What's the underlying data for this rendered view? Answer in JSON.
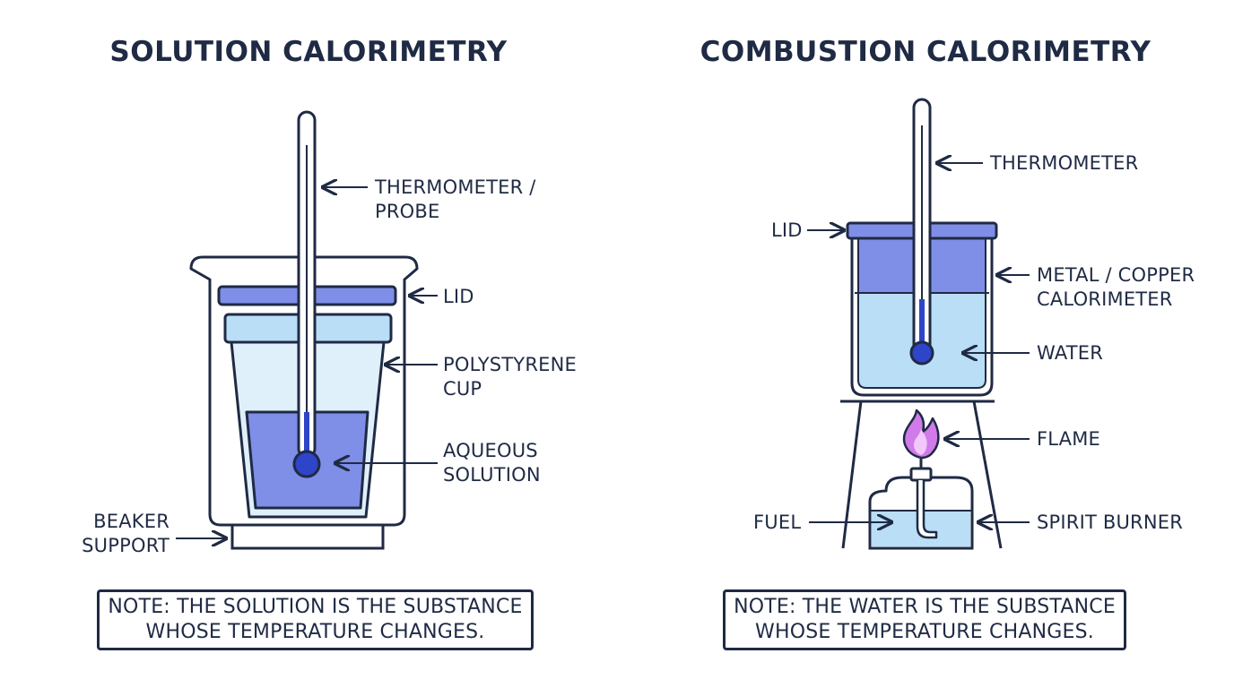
{
  "colors": {
    "outline": "#1f2a44",
    "lid": "#7f8ee6",
    "liquid_light": "#b9def6",
    "liquid_dark": "#7f8ee6",
    "mercury": "#2e44c9",
    "flame": "#d07be9",
    "background": "#ffffff"
  },
  "left": {
    "title": "SOLUTION CALORIMETRY",
    "labels": {
      "thermometer": "THERMOMETER /\nPROBE",
      "lid": "LID",
      "cup": "POLYSTYRENE\nCUP",
      "solution": "AQUEOUS\nSOLUTION",
      "beaker": "BEAKER\nSUPPORT"
    },
    "note": "NOTE: THE SOLUTION IS THE SUBSTANCE\nWHOSE TEMPERATURE CHANGES."
  },
  "right": {
    "title": "COMBUSTION CALORIMETRY",
    "labels": {
      "thermometer": "THERMOMETER",
      "lid": "LID",
      "calorimeter": "METAL / COPPER\nCALORIMETER",
      "water": "WATER",
      "flame": "FLAME",
      "fuel": "FUEL",
      "burner": "SPIRIT BURNER"
    },
    "note": "NOTE: THE WATER IS THE SUBSTANCE\nWHOSE TEMPERATURE CHANGES."
  }
}
